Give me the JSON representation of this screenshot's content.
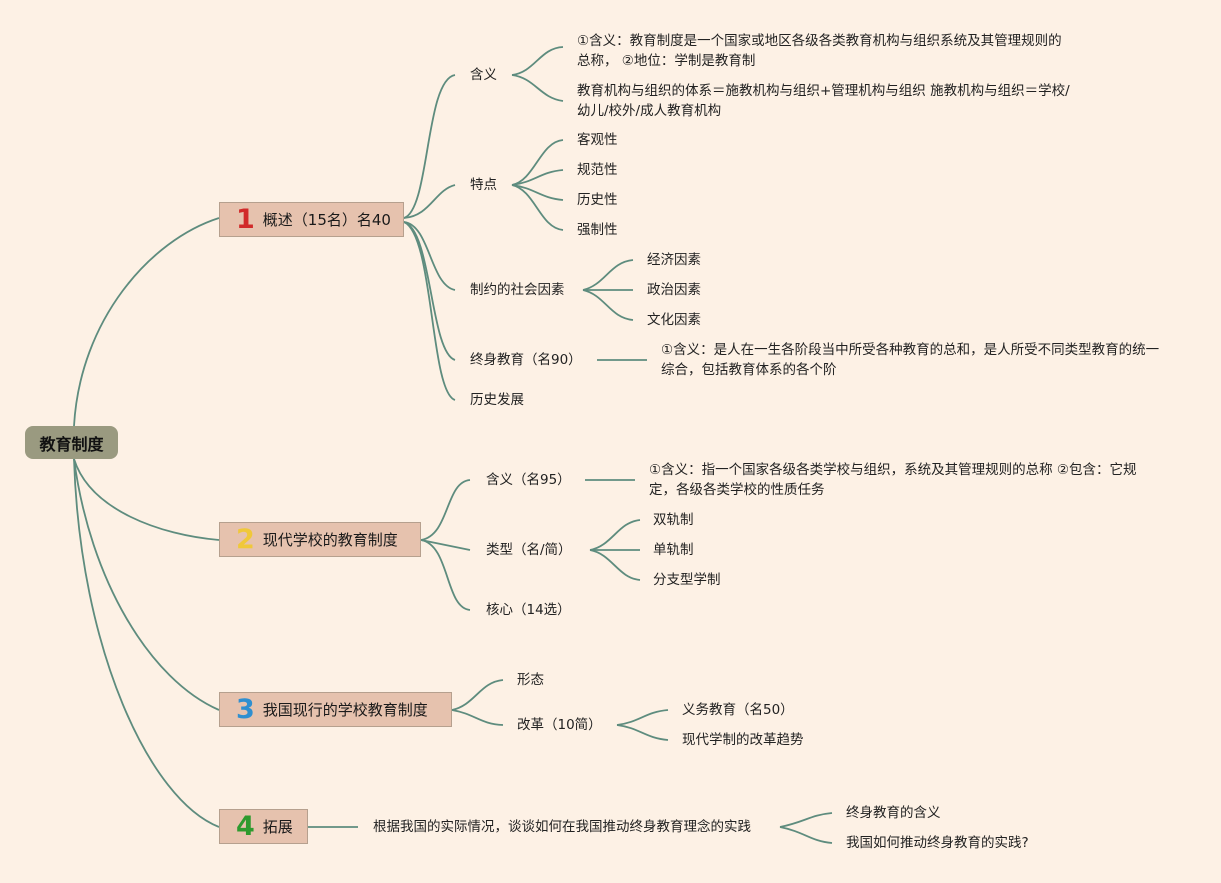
{
  "colors": {
    "background": "#fdf1e5",
    "link": "#5e8c7e",
    "root": "#9a9a80",
    "branch": "#e6c2ae",
    "num1": "#d12a2a",
    "num2": "#f0c83a",
    "num3": "#2f8fd0",
    "num4": "#2e9a2e"
  },
  "root": {
    "label": "教育制度"
  },
  "branches": [
    {
      "num": "1",
      "label": "概述（15名）名40",
      "children": [
        {
          "label": "含义",
          "children": [
            {
              "label": "①含义：教育制度是一个国家或地区各级各类教育机构与组织系统及其管理规则的总称， ②地位：学制是教育制"
            },
            {
              "label": "教育机构与组织的体系＝施教机构与组织+管理机构与组织 施教机构与组织＝学校/幼儿/校外/成人教育机构"
            }
          ]
        },
        {
          "label": "特点",
          "children": [
            {
              "label": "客观性"
            },
            {
              "label": "规范性"
            },
            {
              "label": "历史性"
            },
            {
              "label": "强制性"
            }
          ]
        },
        {
          "label": "制约的社会因素",
          "children": [
            {
              "label": "经济因素"
            },
            {
              "label": "政治因素"
            },
            {
              "label": "文化因素"
            }
          ]
        },
        {
          "label": "终身教育（名90）",
          "children": [
            {
              "label": "①含义：是人在一生各阶段当中所受各种教育的总和，是人所受不同类型教育的统一综合，包括教育体系的各个阶"
            }
          ]
        },
        {
          "label": "历史发展"
        }
      ]
    },
    {
      "num": "2",
      "label": "现代学校的教育制度",
      "children": [
        {
          "label": "含义（名95）",
          "children": [
            {
              "label": "①含义：指一个国家各级各类学校与组织，系统及其管理规则的总称 ②包含：它规定，各级各类学校的性质任务"
            }
          ]
        },
        {
          "label": "类型（名/简）",
          "children": [
            {
              "label": "双轨制"
            },
            {
              "label": "单轨制"
            },
            {
              "label": "分支型学制"
            }
          ]
        },
        {
          "label": "核心（14选）"
        }
      ]
    },
    {
      "num": "3",
      "label": "我国现行的学校教育制度",
      "children": [
        {
          "label": "形态"
        },
        {
          "label": "改革（10简）",
          "children": [
            {
              "label": "义务教育（名50）"
            },
            {
              "label": "现代学制的改革趋势"
            }
          ]
        }
      ]
    },
    {
      "num": "4",
      "label": "拓展",
      "children": [
        {
          "label": "根据我国的实际情况，谈谈如何在我国推动终身教育理念的实践",
          "children": [
            {
              "label": "终身教育的含义"
            },
            {
              "label": "我国如何推动终身教育的实践?"
            }
          ]
        }
      ]
    }
  ]
}
